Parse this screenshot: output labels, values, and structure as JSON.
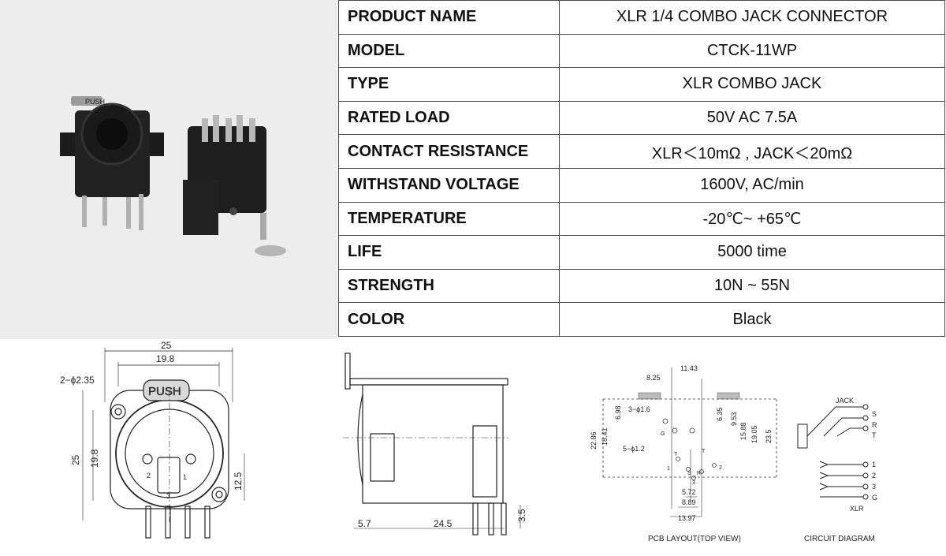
{
  "specs": [
    {
      "label": "PRODUCT NAME",
      "value": "XLR 1/4 COMBO JACK CONNECTOR"
    },
    {
      "label": "MODEL",
      "value": "CTCK-11WP"
    },
    {
      "label": "TYPE",
      "value": "XLR COMBO JACK"
    },
    {
      "label": "RATED LOAD",
      "value": "50V AC 7.5A"
    },
    {
      "label": "CONTACT RESISTANCE",
      "value": "XLR＜10mΩ , JACK＜20mΩ"
    },
    {
      "label": "WITHSTAND VOLTAGE",
      "value": "1600V, AC/min"
    },
    {
      "label": "TEMPERATURE",
      "value": "-20℃~ +65℃"
    },
    {
      "label": "LIFE",
      "value": "5000 time"
    },
    {
      "label": "STRENGTH",
      "value": "10N ~ 55N"
    },
    {
      "label": "COLOR",
      "value": "Black"
    }
  ],
  "photo": {
    "connector_marking": "PUSH"
  },
  "front_view": {
    "dims": {
      "d25w": "25",
      "d198w": "19.8",
      "hole": "2−ϕ2.35",
      "d25h": "25",
      "d198h": "19.8",
      "d125": "12.5"
    },
    "push": "PUSH",
    "pins": {
      "p1": "1",
      "p2": "2",
      "p3": "3"
    }
  },
  "side_view": {
    "dims": {
      "d57": "5.7",
      "d245": "24.5",
      "d35": "3.5"
    }
  },
  "pcb": {
    "caption": "PCB LAYOUT(TOP VIEW)",
    "dims": {
      "d825": "8.25",
      "d1143": "11.43",
      "hole16": "3−ϕ1.6",
      "hole12": "5−ϕ1.2",
      "d698": "6.98",
      "d635": "6.35",
      "d953": "9.53",
      "d1588": "15.88",
      "d1905": "19.05",
      "d235": "23.5",
      "d2286": "22.86",
      "d1841": "18.41",
      "d572": "5.72",
      "d889": "8.89",
      "d1397": "13.97"
    },
    "pins": {
      "g": "G",
      "t1": "T",
      "t2": "T",
      "one": "1",
      "two": "2",
      "three": "3",
      "r": "R",
      "s": "S"
    }
  },
  "circuit": {
    "caption": "CIRCUIT DIAGRAM",
    "jack_label": "JACK",
    "jack_pins": [
      "S",
      "R",
      "T"
    ],
    "xlr_pins": [
      "1",
      "2",
      "3",
      "G"
    ],
    "xlr_label": "XLR"
  }
}
